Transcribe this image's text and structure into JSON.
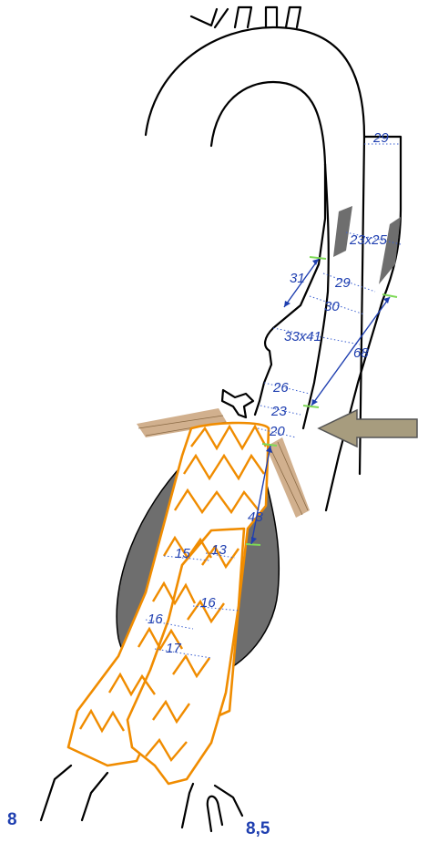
{
  "measurements": {
    "arch": "29",
    "upper_oval": "23x25",
    "dist_31": "31",
    "diam_29": "29",
    "diam_30": "30",
    "oval_33x41": "33x41",
    "length_68": "68",
    "diam_26": "26",
    "diam_23": "23",
    "diam_20": "20",
    "length_48": "48",
    "left_limb_15": "15",
    "right_limb_13": "13",
    "right_limb_16": "16",
    "left_limb_16": "16",
    "right_limb_17": "17"
  },
  "iliac": {
    "left_value": "8",
    "right_value": "8,5"
  },
  "colors": {
    "measurement_blue": "#1f3fb0",
    "graft_orange": "#f08c00",
    "thrombus_gray": "#6e6e6e",
    "mesh_tan": "#c9a27a",
    "arrow_fill": "#a79c7e",
    "marker_green": "#7ed957"
  }
}
